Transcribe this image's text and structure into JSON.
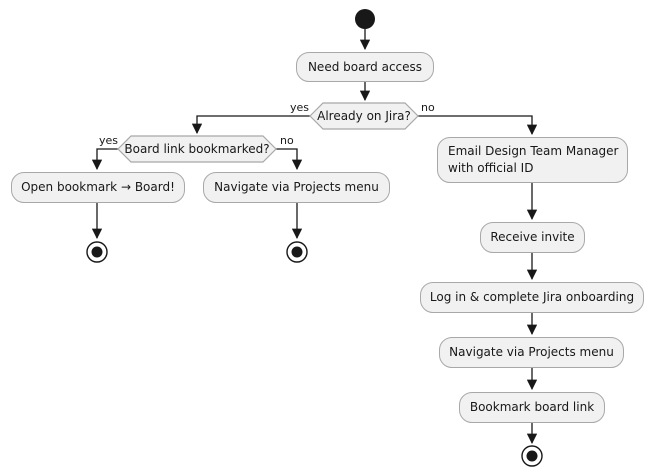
{
  "colors": {
    "background": "#ffffff",
    "node_fill": "#f1f1f1",
    "node_border": "#a8a8a8",
    "line": "#181818",
    "text": "#181818"
  },
  "start_node": {
    "type": "initial-state"
  },
  "decisions": [
    {
      "label": "Already on Jira?",
      "yes_label": "yes",
      "no_label": "no"
    },
    {
      "label": "Board link bookmarked?",
      "yes_label": "yes",
      "no_label": "no"
    }
  ],
  "activities": [
    {
      "label": "Need board access"
    },
    {
      "label": "Open bookmark → Board!"
    },
    {
      "label": "Navigate via Projects menu"
    },
    {
      "label": "Email Design Team Manager",
      "label_line2": "with official ID"
    },
    {
      "label": "Receive invite"
    },
    {
      "label": "Log in & complete Jira onboarding"
    },
    {
      "label": "Navigate via Projects menu"
    },
    {
      "label": "Bookmark board link"
    }
  ],
  "end_nodes": {
    "count": 3,
    "type": "final-state"
  }
}
